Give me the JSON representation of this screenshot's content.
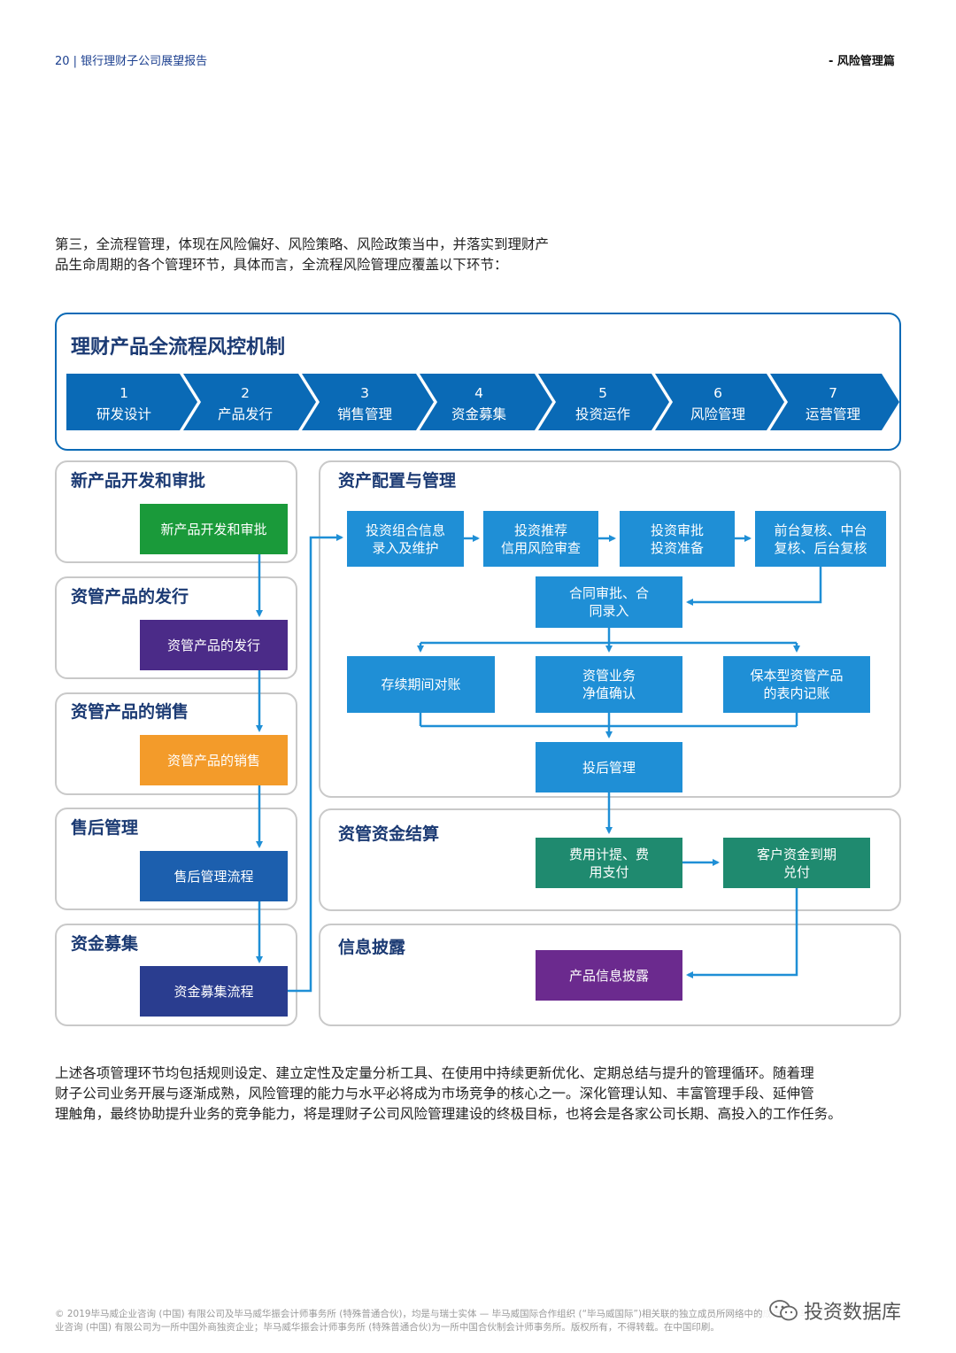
{
  "header": {
    "page_label": "20 | 银行理财子公司展望报告",
    "section_label": "- 风险管理篇"
  },
  "intro": {
    "line1": "第三，全流程管理，体现在风险偏好、风险策略、风险政策当中，并落实到理财产",
    "line2": "品生命周期的各个管理环节，具体而言，全流程风险管理应覆盖以下环节："
  },
  "diagram": {
    "title": "理财产品全流程风控机制",
    "steps": [
      {
        "num": "1",
        "label": "研发设计"
      },
      {
        "num": "2",
        "label": "产品发行"
      },
      {
        "num": "3",
        "label": "销售管理"
      },
      {
        "num": "4",
        "label": "资金募集"
      },
      {
        "num": "5",
        "label": "投资运作"
      },
      {
        "num": "6",
        "label": "风险管理"
      },
      {
        "num": "7",
        "label": "运营管理"
      }
    ],
    "left_panels": [
      {
        "title": "新产品开发和审批",
        "box": "新产品开发和审批"
      },
      {
        "title": "资管产品的发行",
        "box": "资管产品的发行"
      },
      {
        "title": "资管产品的销售",
        "box": "资管产品的销售"
      },
      {
        "title": "售后管理",
        "box": "售后管理流程"
      },
      {
        "title": "资金募集",
        "box": "资金募集流程"
      }
    ],
    "asset_panel": {
      "title": "资产配置与管理",
      "row1": [
        {
          "l1": "投资组合信息",
          "l2": "录入及维护"
        },
        {
          "l1": "投资推荐",
          "l2": "信用风险审查"
        },
        {
          "l1": "投资审批",
          "l2": "投资准备"
        },
        {
          "l1": "前台复核、中台",
          "l2": "复核、后台复核"
        }
      ],
      "contract": {
        "l1": "合同审批、合",
        "l2": "同录入"
      },
      "row3": [
        {
          "l1": "存续期间对账",
          "l2": ""
        },
        {
          "l1": "资管业务",
          "l2": "净值确认"
        },
        {
          "l1": "保本型资管产品",
          "l2": "的表内记账"
        }
      ],
      "post": "投后管理"
    },
    "settlement_panel": {
      "title": "资管资金结算",
      "box1": {
        "l1": "费用计提、费",
        "l2": "用支付"
      },
      "box2": {
        "l1": "客户资金到期",
        "l2": "兑付"
      }
    },
    "disclosure_panel": {
      "title": "信息披露",
      "box": "产品信息披露"
    }
  },
  "summary": {
    "line1": "上述各项管理环节均包括规则设定、建立定性及定量分析工具、在使用中持续更新优化、定期总结与提升的管理循环。随着理",
    "line2": "财子公司业务开展与逐渐成熟，风险管理的能力与水平必将成为市场竞争的核心之一。深化管理认知、丰富管理手段、延伸管",
    "line3": "理触角，最终协助提升业务的竞争能力，将是理财子公司风险管理建设的终极目标，也将会是各家公司长期、高投入的工作任务。"
  },
  "footer": {
    "line1": "© 2019毕马威企业咨询 (中国) 有限公司及毕马威华振会计师事务所 (特殊普通合伙)，均是与瑞士实体 — 毕马威国际合作组织 (“毕马威国际”)相关联的独立成员所网络中的成员。毕马威企",
    "line2": "业咨询 (中国) 有限公司为一所中国外商独资企业；毕马威华振会计师事务所 (特殊普通合伙)为一所中国合伙制会计师事务所。版权所有，不得转载。在中国印刷。",
    "watermark": "投资数据库"
  },
  "colors": {
    "step_blue": "#0a6ab6",
    "light_blue": "#1f8fd6",
    "teal": "#1f8a6f",
    "green": "#1a9a3a",
    "purple": "#4b2b88",
    "orange": "#f39b2a",
    "navy": "#2a3d8f",
    "violet": "#6b2a8e"
  }
}
